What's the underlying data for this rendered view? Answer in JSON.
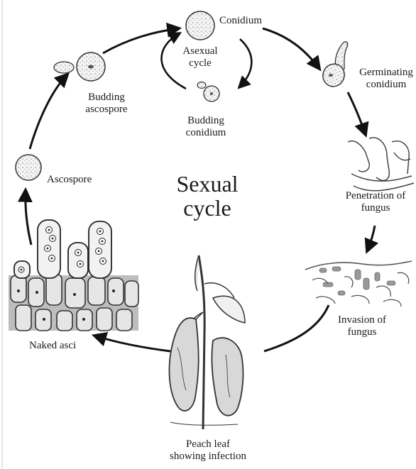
{
  "diagram": {
    "center": [
      "Sexual",
      "cycle"
    ],
    "stages": {
      "conidium": [
        "Conidium"
      ],
      "asexual_cycle": [
        "Asexual",
        "cycle"
      ],
      "germinating_conidium": [
        "Germinating",
        "conidium"
      ],
      "budding_conidium": [
        "Budding",
        "conidium"
      ],
      "budding_ascospore": [
        "Budding",
        "ascospore"
      ],
      "ascospore": [
        "Ascospore"
      ],
      "penetration": [
        "Penetration of",
        "fungus"
      ],
      "invasion": [
        "Invasion of",
        "fungus"
      ],
      "naked_asci": [
        "Naked asci"
      ],
      "peach_leaf": [
        "Peach leaf",
        "showing infection"
      ]
    }
  }
}
